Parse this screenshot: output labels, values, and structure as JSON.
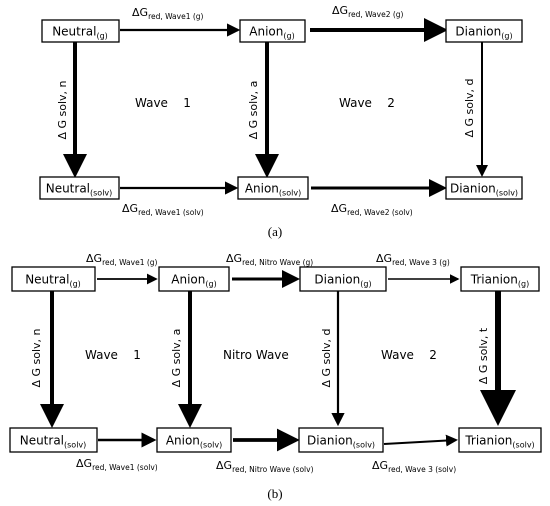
{
  "panel_a": {
    "caption": "(a)",
    "nodes": {
      "neutral_g": {
        "base": "Neutral",
        "sub": "(g)"
      },
      "anion_g": {
        "base": "Anion",
        "sub": "(g)"
      },
      "dianion_g": {
        "base": "Dianion",
        "sub": "(g)"
      },
      "neutral_solv": {
        "base": "Neutral",
        "sub": "(solv)"
      },
      "anion_solv": {
        "base": "Anion",
        "sub": "(solv)"
      },
      "dianion_solv": {
        "base": "Dianion",
        "sub": "(solv)"
      }
    },
    "labels": {
      "red_w1_g": {
        "base": "ΔG",
        "sub": "red, Wave1 (g)"
      },
      "red_w2_g": {
        "base": "ΔG",
        "sub": "red, Wave2 (g)"
      },
      "red_w1_solv": {
        "base": "ΔG",
        "sub": "red, Wave1 (solv)"
      },
      "red_w2_solv": {
        "base": "ΔG",
        "sub": "red, Wave2 (solv)"
      },
      "solv_n": "Δ G solv, n",
      "solv_a": "Δ G solv, a",
      "solv_d": "Δ G solv, d"
    },
    "regions": {
      "wave1": "Wave    1",
      "wave2": "Wave    2"
    }
  },
  "panel_b": {
    "caption": "(b)",
    "nodes": {
      "neutral_g": {
        "base": "Neutral",
        "sub": "(g)"
      },
      "anion_g": {
        "base": "Anion",
        "sub": "(g)"
      },
      "dianion_g": {
        "base": "Dianion",
        "sub": "(g)"
      },
      "trianion_g": {
        "base": "Trianion",
        "sub": "(g)"
      },
      "neutral_solv": {
        "base": "Neutral",
        "sub": "(solv)"
      },
      "anion_solv": {
        "base": "Anion",
        "sub": "(solv)"
      },
      "dianion_solv": {
        "base": "Dianion",
        "sub": "(solv)"
      },
      "trianion_solv": {
        "base": "Trianion",
        "sub": "(solv)"
      }
    },
    "labels": {
      "red_w1_g": {
        "base": "ΔG",
        "sub": "red, Wave1 (g)"
      },
      "red_nitro_g": {
        "base": "ΔG",
        "sub": "red, Nitro Wave (g)"
      },
      "red_w3_g": {
        "base": "ΔG",
        "sub": "red, Wave 3 (g)"
      },
      "red_w1_solv": {
        "base": "ΔG",
        "sub": "red, Wave1 (solv)"
      },
      "red_nitro_solv": {
        "base": "ΔG",
        "sub": "red, Nitro Wave (solv)"
      },
      "red_w3_solv": {
        "base": "ΔG",
        "sub": "red, Wave 3 (solv)"
      },
      "solv_n": "Δ G solv, n",
      "solv_a": "Δ G solv, a",
      "solv_d": "Δ G solv, d",
      "solv_t": "Δ G solv, t"
    },
    "regions": {
      "wave1": "Wave    1",
      "nitro": "Nitro Wave",
      "wave2": "Wave    2"
    }
  }
}
